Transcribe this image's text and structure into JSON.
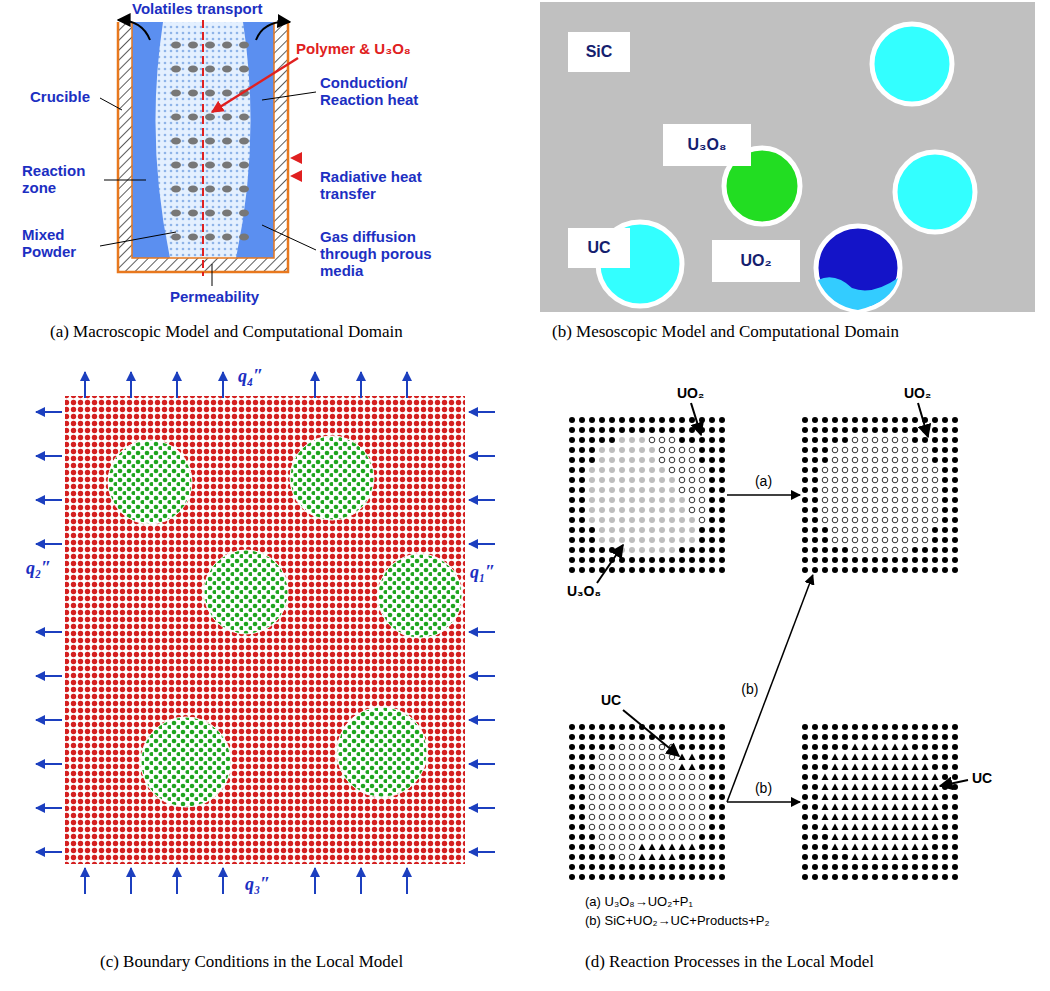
{
  "diagram": {
    "nodes": [
      {
        "text": [
          "SiC"
        ]
      },
      {
        "text": [
          "U₃O₈"
        ]
      },
      {
        "text": [
          "UC"
        ]
      },
      {
        "text": [
          "UO₂"
        ]
      },
      {
        "text": [
          "UO₂",
          "U₃O₈"
        ]
      },
      {
        "text": [
          "UO₂"
        ]
      },
      {
        "text": [
          "UC"
        ]
      },
      {
        "text": [
          "UC"
        ]
      }
    ],
    "edges": [
      {
        "from": 4,
        "to": 5,
        "label": "(a)",
        "arrow": "to"
      },
      {
        "from": 6,
        "to": 5,
        "label": "(b)",
        "arrow": "to"
      },
      {
        "from": 6,
        "to": 7,
        "label": "(b)",
        "arrow": "to"
      }
    ],
    "labels": [
      "Volatiles transport",
      "Polymer & U₃O₈",
      "Conduction/ Reaction heat",
      "Crucible",
      "Reaction zone",
      "Radiative heat transfer",
      "Mixed Powder",
      "Gas diffusion through porous media",
      "Permeability",
      "(a) Macroscopic Model and Computational Domain",
      "(b) Mesoscopic Model and Computational Domain",
      "q₄″",
      "q₂″",
      "q₁″",
      "q₃″",
      "(c) Boundary Conditions in the Local Model",
      "(a) U₃O₈→UO₂+P₁",
      "(b) SiC+UO₂→UC+Products+P₂",
      "(d) Reaction Processes in the Local Model"
    ]
  }
}
